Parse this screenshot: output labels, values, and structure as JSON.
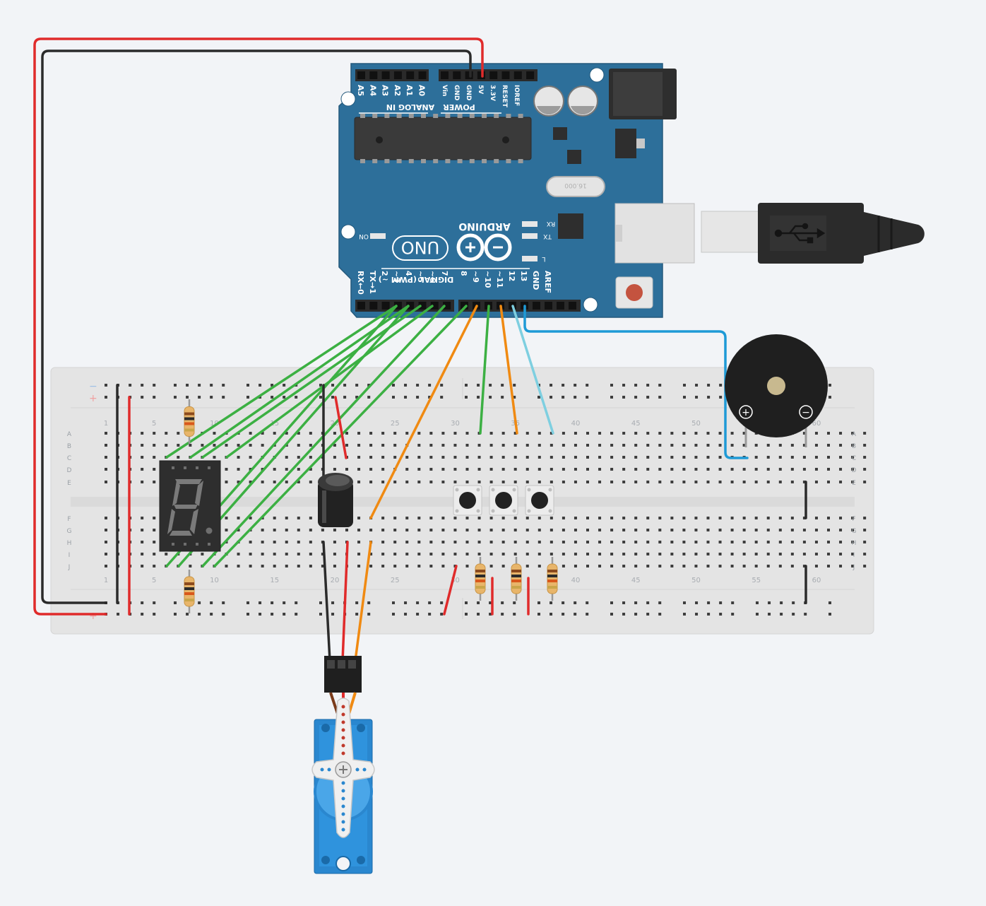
{
  "arduino": {
    "brand": "ARDUINO",
    "model": "UNO",
    "on_label": "ON",
    "rx_label": "RX",
    "tx_label": "TX",
    "l_label": "L",
    "analog_title": "ANALOG IN",
    "power_title": "POWER",
    "digital_title": "DIGITAL (PWM ~)",
    "analog_pins": [
      "A5",
      "A4",
      "A3",
      "A2",
      "A1",
      "A0"
    ],
    "power_pins": [
      "Vin",
      "GND",
      "GND",
      "5V",
      "3.3V",
      "RESET",
      "IOREF"
    ],
    "digital_pins": [
      "RX←0",
      "TX→1",
      "2",
      "~3",
      "4",
      "~5",
      "~6",
      "7",
      "8",
      "~9",
      "~10",
      "~11",
      "12",
      "13",
      "GND",
      "AREF"
    ],
    "crystal": "16.000"
  },
  "breadboard": {
    "row_letters_top": [
      "A",
      "B",
      "C",
      "D",
      "E"
    ],
    "row_letters_bottom": [
      "F",
      "G",
      "H",
      "I",
      "J"
    ],
    "column_numbers": [
      "1",
      "5",
      "10",
      "15",
      "20",
      "25",
      "30",
      "35",
      "40",
      "45",
      "50",
      "55",
      "60"
    ],
    "rail_minus": "−",
    "rail_plus": "+"
  },
  "seven_segment": {
    "digit": "8"
  },
  "buzzer": {
    "plus": "+",
    "minus": "−"
  },
  "wire_colors": {
    "red": "#e02b2b",
    "black": "#2b2b2b",
    "green": "#3cb043",
    "orange": "#f08a12",
    "light_blue": "#7ecfe0",
    "blue": "#1e9ad6"
  }
}
